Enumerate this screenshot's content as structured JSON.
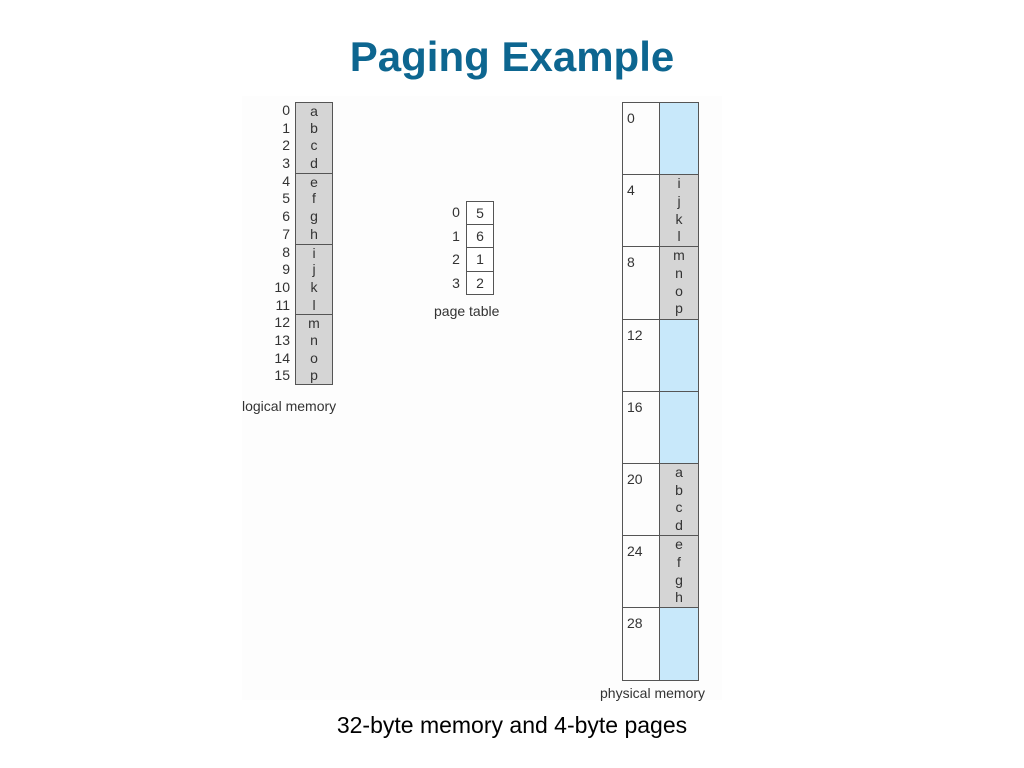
{
  "title": "Paging Example",
  "caption": "32-byte memory and 4-byte pages",
  "logical_memory": {
    "label": "logical memory",
    "pages": [
      {
        "bytes": [
          {
            "addr": "0",
            "val": "a"
          },
          {
            "addr": "1",
            "val": "b"
          },
          {
            "addr": "2",
            "val": "c"
          },
          {
            "addr": "3",
            "val": "d"
          }
        ]
      },
      {
        "bytes": [
          {
            "addr": "4",
            "val": "e"
          },
          {
            "addr": "5",
            "val": "f"
          },
          {
            "addr": "6",
            "val": "g"
          },
          {
            "addr": "7",
            "val": "h"
          }
        ]
      },
      {
        "bytes": [
          {
            "addr": "8",
            "val": "i"
          },
          {
            "addr": "9",
            "val": "j"
          },
          {
            "addr": "10",
            "val": "k"
          },
          {
            "addr": "11",
            "val": "l"
          }
        ]
      },
      {
        "bytes": [
          {
            "addr": "12",
            "val": "m"
          },
          {
            "addr": "13",
            "val": "n"
          },
          {
            "addr": "14",
            "val": "o"
          },
          {
            "addr": "15",
            "val": "p"
          }
        ]
      }
    ]
  },
  "page_table": {
    "label": "page table",
    "entries": [
      {
        "page": "0",
        "frame": "5"
      },
      {
        "page": "1",
        "frame": "6"
      },
      {
        "page": "2",
        "frame": "1"
      },
      {
        "page": "3",
        "frame": "2"
      }
    ]
  },
  "physical_memory": {
    "label": "physical memory",
    "frames": [
      {
        "addr": "0",
        "bytes": []
      },
      {
        "addr": "4",
        "bytes": [
          "i",
          "j",
          "k",
          "l"
        ]
      },
      {
        "addr": "8",
        "bytes": [
          "m",
          "n",
          "o",
          "p"
        ]
      },
      {
        "addr": "12",
        "bytes": []
      },
      {
        "addr": "16",
        "bytes": []
      },
      {
        "addr": "20",
        "bytes": [
          "a",
          "b",
          "c",
          "d"
        ]
      },
      {
        "addr": "24",
        "bytes": [
          "e",
          "f",
          "g",
          "h"
        ]
      },
      {
        "addr": "28",
        "bytes": []
      }
    ],
    "colors": {
      "empty": "#c8e8fa",
      "used": "#d5d5d5"
    }
  },
  "colors": {
    "title": "#0d6690"
  }
}
